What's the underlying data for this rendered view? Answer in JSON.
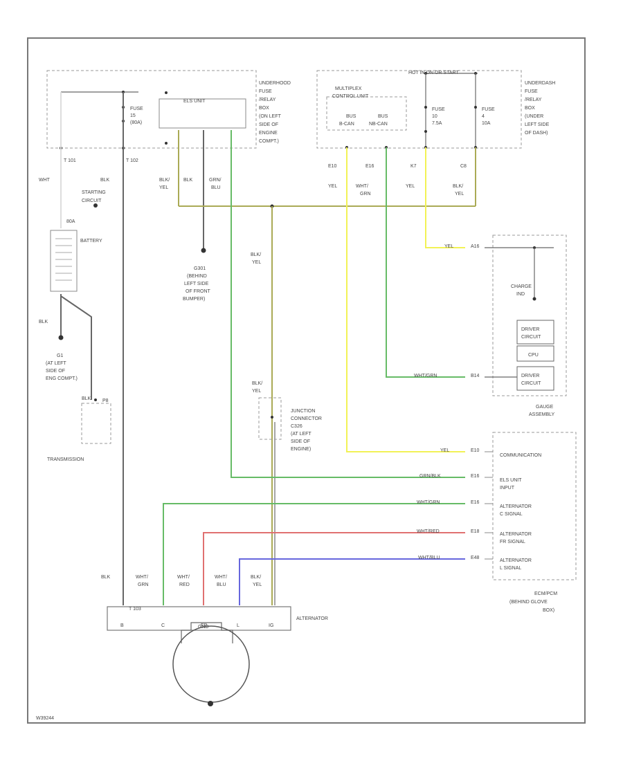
{
  "colors": {
    "black": "#555555",
    "yellow": "#f2f255",
    "green": "#66bb66",
    "red": "#e07070",
    "blue": "#6666dd",
    "blk_yel": "#aaaa55",
    "frame": "#777777"
  },
  "top_left_box": {
    "title": "UNDERHOOD FUSE/RELAY BOX (ON LEFT SIDE OF ENGINE COMPT.)",
    "lines": [
      "UNDERHOOD",
      "FUSE",
      "/RELAY",
      "BOX",
      "(ON LEFT",
      "SIDE OF",
      "ENGINE",
      "COMPT.)"
    ],
    "fuse_lines": [
      "FUSE",
      "15",
      "(80A)"
    ],
    "els_unit": "ELS UNIT",
    "t101": "T 101",
    "t102": "T 102"
  },
  "top_right_box": {
    "header": "HOT IN ON OR START",
    "multiplex_lines": [
      "MULTIPLEX",
      "CONTROL UNIT"
    ],
    "bus_a": [
      "BUS",
      "B-CAN"
    ],
    "bus_b": [
      "BUS",
      "NB-CAN"
    ],
    "fuse_a": [
      "FUSE",
      "10",
      "7.5A"
    ],
    "fuse_b": [
      "FUSE",
      "4",
      "10A"
    ],
    "lines": [
      "UNDERDASH",
      "FUSE",
      "/RELAY",
      "BOX",
      "(UNDER",
      "LEFT SIDE",
      "OF DASH)"
    ],
    "terminals": [
      "E10",
      "E16",
      "K7",
      "C8"
    ]
  },
  "wire_labels": {
    "wht": "WHT",
    "blk": "BLK",
    "blk_yel": [
      "BLK/",
      "YEL"
    ],
    "blk2": "BLK",
    "grn_blu": [
      "GRN/",
      "BLU"
    ],
    "yel": "YEL",
    "wht_grn": [
      "WHT/",
      "GRN"
    ],
    "yel2": "YEL",
    "blk_yel2": [
      "BLK/",
      "YEL"
    ]
  },
  "left_side": {
    "starting_circuit": [
      "STARTING",
      "CIRCUIT"
    ],
    "eighty_amp": "80A",
    "battery": "BATTERY",
    "blk": "BLK",
    "g1": [
      "G1",
      "(AT LEFT",
      "SIDE OF",
      "ENG COMPT.)"
    ],
    "transmission": "TRANSMISSION",
    "p_terminal": "P8",
    "trans_blk": "BLK"
  },
  "ground_g301": [
    "G301",
    "(BEHIND",
    "LEFT SIDE",
    "OF FRONT",
    "BUMPER)"
  ],
  "junction": {
    "wire": [
      "BLK/",
      "YEL"
    ],
    "lines": [
      "JUNCTION",
      "CONNECTOR",
      "C326",
      "(AT LEFT",
      "SIDE OF",
      "ENGINE)"
    ]
  },
  "mid_wire": [
    "BLK/",
    "YEL"
  ],
  "gauge": {
    "charge_ind": [
      "CHARGE",
      "IND"
    ],
    "driver_circuit": [
      "DRIVER",
      "CIRCUIT"
    ],
    "cpu": "CPU",
    "driver_circuit2": [
      "DRIVER",
      "CIRCUIT"
    ],
    "title": [
      "GAUGE",
      "ASSEMBLY"
    ],
    "yel_wire": "YEL",
    "yel_term": "A16",
    "grn_wire": "WHT/GRN",
    "grn_term": "B14"
  },
  "ecm": {
    "rows": [
      {
        "wire": "YEL",
        "term": "E10",
        "label": [
          "COMMUNICATION"
        ]
      },
      {
        "wire": "GRN/BLK",
        "term": "E16",
        "label": [
          "ELS UNIT",
          "INPUT"
        ]
      },
      {
        "wire": "WHT/GRN",
        "term": "E16",
        "label": [
          "ALTERNATOR",
          "C SIGNAL"
        ]
      },
      {
        "wire": "WHT/RED",
        "term": "E18",
        "label": [
          "ALTERNATOR",
          "FR SIGNAL"
        ]
      },
      {
        "wire": "WHT/BLU",
        "term": "E48",
        "label": [
          "ALTERNATOR",
          "L SIGNAL"
        ]
      }
    ],
    "title": [
      "ECM/PCM",
      "(BEHIND GLOVE",
      "BOX)"
    ]
  },
  "alternator": {
    "wires": [
      [
        "BLK"
      ],
      [
        "WHT/",
        "GRN"
      ],
      [
        "WHT/",
        "RED"
      ],
      [
        "WHT/",
        "BLU"
      ],
      [
        "BLK/",
        "YEL"
      ]
    ],
    "label": "ALTERNATOR",
    "terminals": [
      "B",
      "C",
      "FR",
      "L",
      "IG"
    ],
    "b_label": "T 103",
    "gnd": "GND"
  },
  "footer_id": "W39244"
}
